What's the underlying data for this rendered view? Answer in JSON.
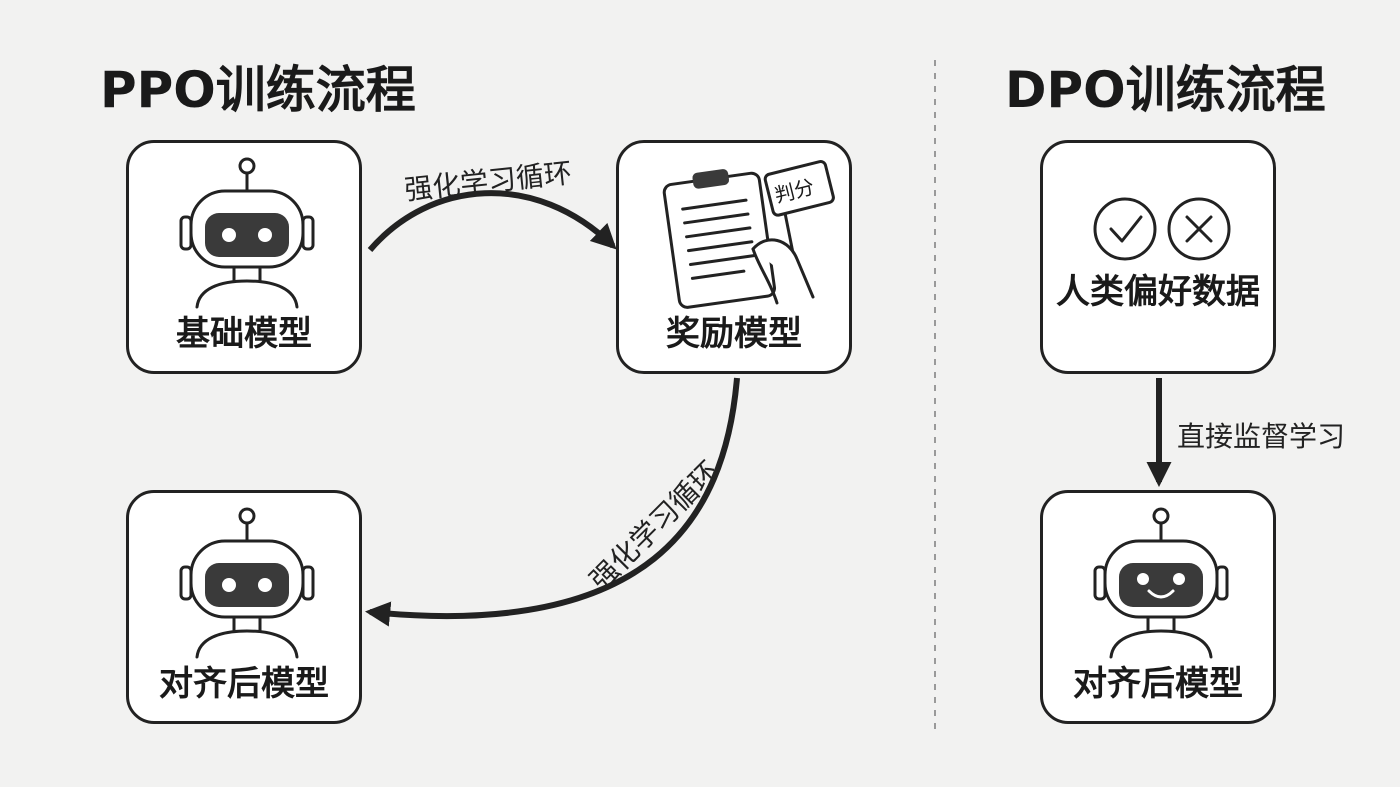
{
  "ppo": {
    "title": "PPO训练流程",
    "base_model": {
      "label": "基础模型",
      "icon": "robot-icon"
    },
    "reward_model": {
      "label": "奖励模型",
      "icon": "clipboard-score-icon",
      "sign_text": "判分"
    },
    "aligned_model": {
      "label": "对齐后模型",
      "icon": "robot-icon"
    },
    "edge_top_label": "强化学习循环",
    "edge_bottom_label": "强化学习循环"
  },
  "dpo": {
    "title": "DPO训练流程",
    "preference_data": {
      "label": "人类偏好数据",
      "icons": [
        "check-circle-icon",
        "x-circle-icon"
      ]
    },
    "aligned_model": {
      "label": "对齐后模型",
      "icon": "smiling-robot-icon"
    },
    "edge_label": "直接监督学习"
  },
  "colors": {
    "background": "#f2f2f1",
    "stroke": "#222222",
    "box_fill": "#ffffff"
  }
}
